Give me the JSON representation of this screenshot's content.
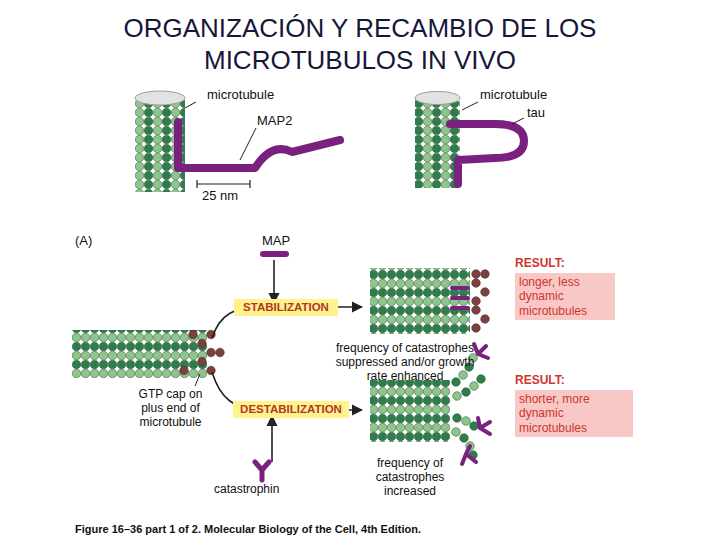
{
  "diagram": {
    "title": "ORGANIZACIÓN Y RECAMBIO DE LOS MICROTUBULOS IN VIVO",
    "caption": "Figure 16–36 part 1 of 2. Molecular Biology of the Cell, 4th Edition.",
    "nodes": [
      {
        "text": [
          "STABILIZATION"
        ]
      },
      {
        "text": [
          "RESULT:",
          "longer, less dynamic microtubules"
        ]
      },
      {
        "text": [
          "DESTABILIZATION"
        ]
      },
      {
        "text": [
          "RESULT:",
          "shorter, more dynamic microtubules"
        ]
      }
    ],
    "labels": [
      "microtubule",
      "MAP2",
      "25 nm",
      "microtubule",
      "tau",
      "(A)",
      "MAP",
      "GTP cap on plus end of microtubule",
      "frequency of catastrophes suppressed and/or growth rate enhanced",
      "frequency of catastrophes increased",
      "catastrophin"
    ]
  }
}
